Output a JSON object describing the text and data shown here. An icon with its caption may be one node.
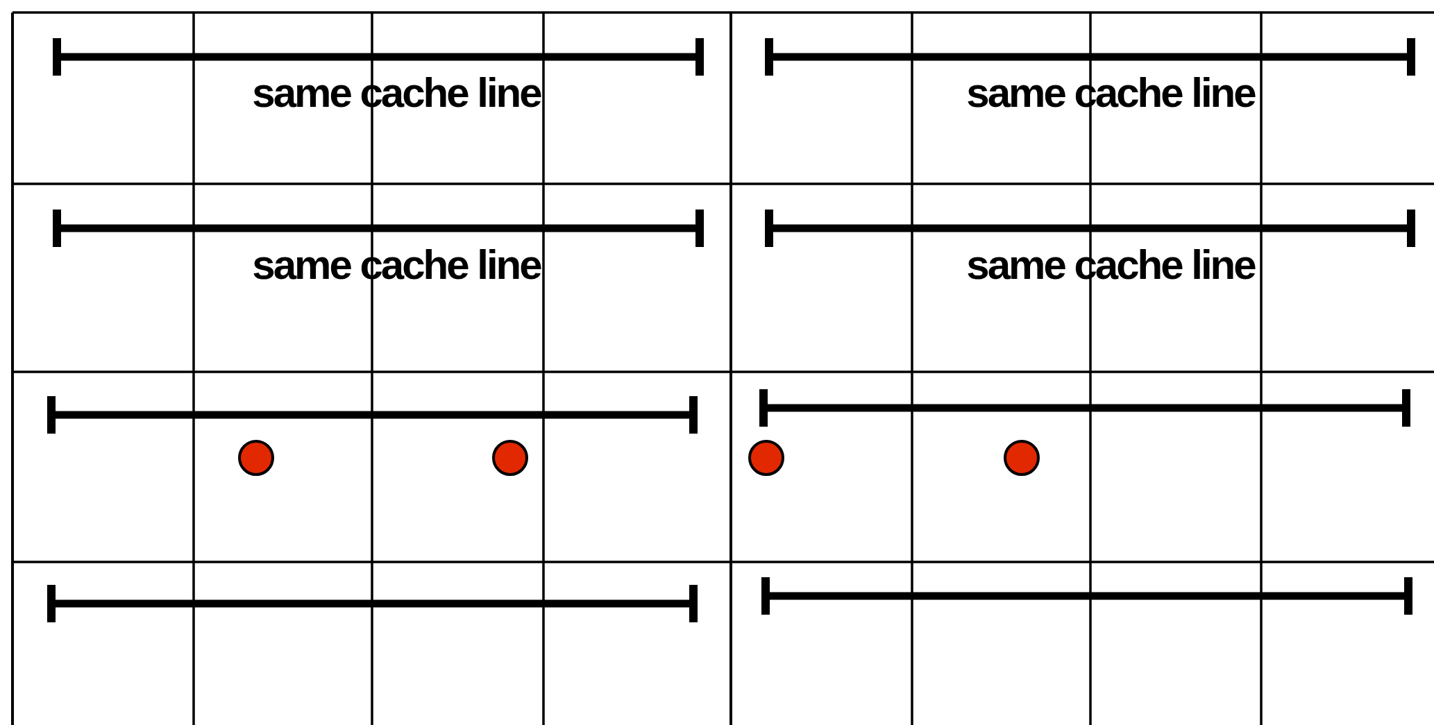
{
  "diagram": {
    "labels": [
      "same cache line",
      "same cache line",
      "same cache line",
      "same cache line"
    ]
  }
}
